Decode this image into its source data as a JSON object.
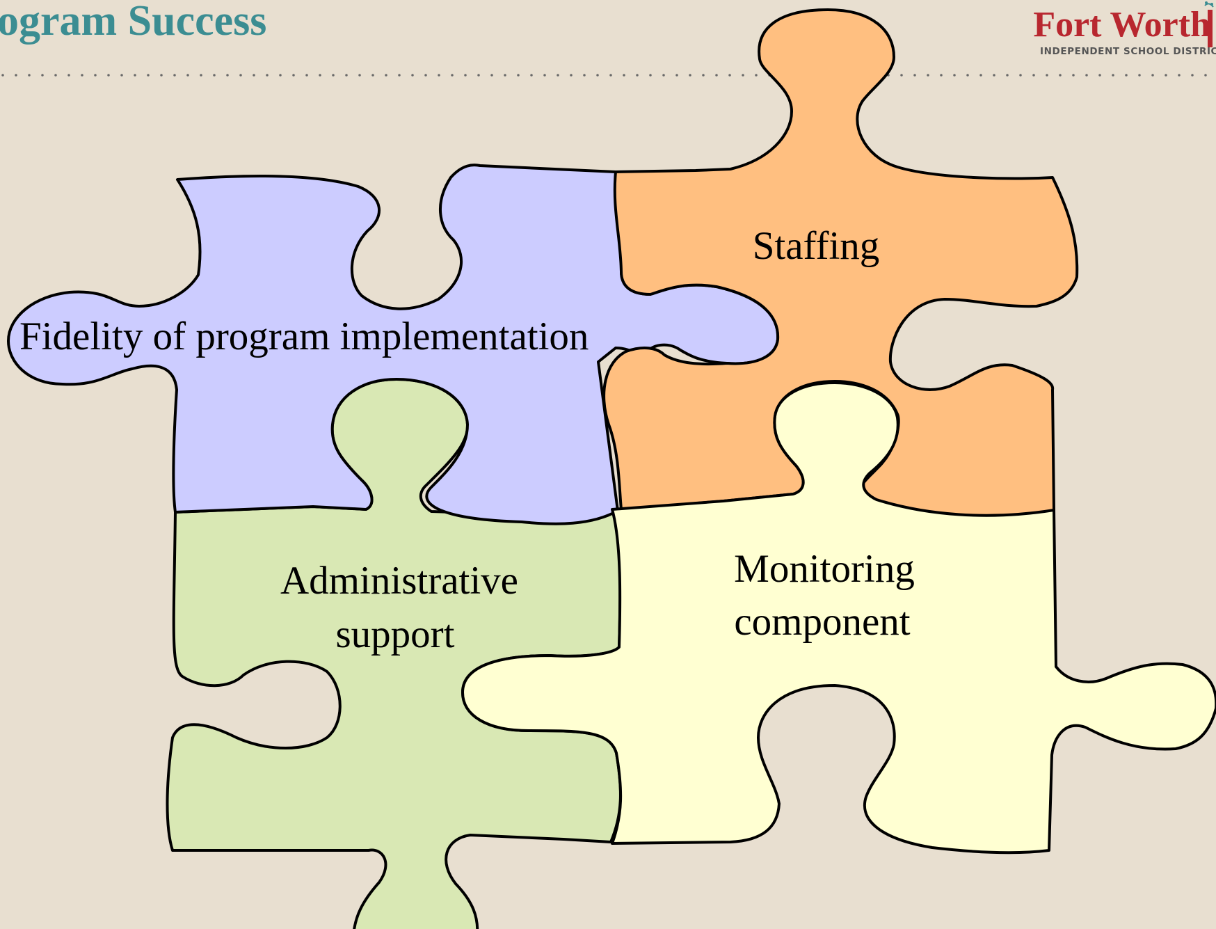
{
  "title": "ogram Success",
  "logo": {
    "name": "Fort Worth",
    "subtitle": "INDEPENDENT SCHOOL DISTRIC"
  },
  "colors": {
    "background": "#e8dfd0",
    "title": "#3b8d92",
    "logo_red": "#b8272f",
    "fidelity": "#ccccff",
    "staffing": "#ffbf80",
    "administrative": "#d9e8b4",
    "monitoring": "#ffffd2"
  },
  "pieces": {
    "fidelity": {
      "label": "Fidelity of program implementation"
    },
    "staffing": {
      "label": "Staffing"
    },
    "administrative": {
      "line1": "Administrative",
      "line2": "support"
    },
    "monitoring": {
      "line1": "Monitoring",
      "line2": "component"
    }
  }
}
